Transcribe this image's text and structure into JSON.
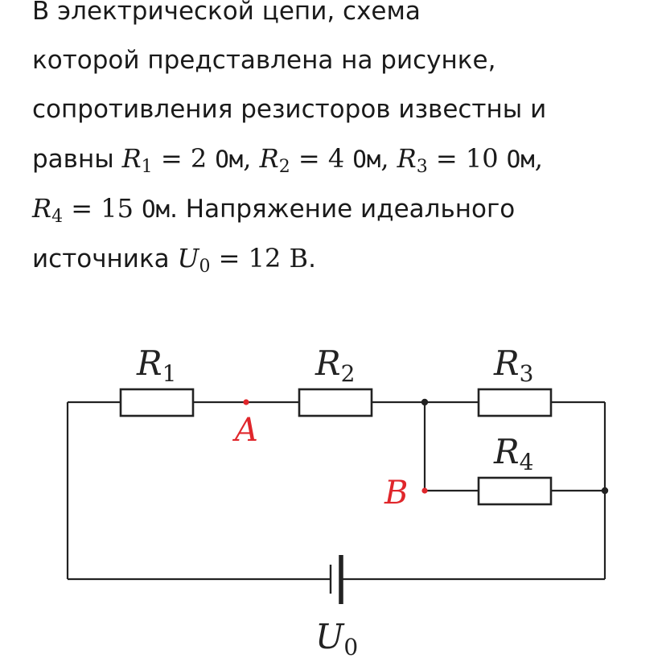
{
  "problem": {
    "line1": "В электрической цепи, схема",
    "line2": "которой представлена на рисунке,",
    "line3": "сопротивления резисторов известны и",
    "line4_prefix": "равны",
    "line6_prefix": "источника",
    "after_r4": ". Напряжение идеального",
    "period": "."
  },
  "values": {
    "R1": {
      "sym": "R",
      "sub": "1",
      "eq": " = 2 ",
      "unit": "Ом",
      "sep": ", "
    },
    "R2": {
      "sym": "R",
      "sub": "2",
      "eq": " = 4 ",
      "unit": "Ом",
      "sep": ", "
    },
    "R3": {
      "sym": "R",
      "sub": "3",
      "eq": " = 10 ",
      "unit": "Ом",
      "sep": ","
    },
    "R4": {
      "sym": "R",
      "sub": "4",
      "eq": " = 15 ",
      "unit": "Ом"
    },
    "U0": {
      "sym": "U",
      "sub": "0",
      "eq": " = 12 ",
      "unit": "В"
    }
  },
  "circuit": {
    "labels": {
      "R1": {
        "sym": "R",
        "sub": "1"
      },
      "R2": {
        "sym": "R",
        "sub": "2"
      },
      "R3": {
        "sym": "R",
        "sub": "3"
      },
      "R4": {
        "sym": "R",
        "sub": "4"
      },
      "U0": {
        "sym": "U",
        "sub": "0"
      }
    },
    "points": {
      "A": "A",
      "B": "B"
    },
    "colors": {
      "wire": "#222222",
      "point": "#e0262b"
    }
  }
}
